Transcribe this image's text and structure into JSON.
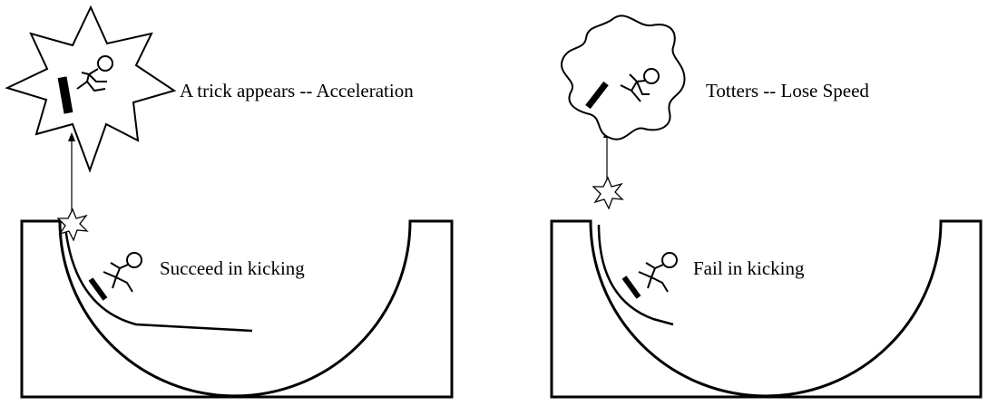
{
  "left_panel": {
    "burst_label": "A trick appears -- Acceleration",
    "ramp_label": "Succeed in kicking",
    "burst_icon": "explosion-star",
    "impact_icon": "small-spark-star",
    "rider_icon": "skateboarder-stick-figure"
  },
  "right_panel": {
    "burst_label": "Totters -- Lose Speed",
    "ramp_label": "Fail in kicking",
    "burst_icon": "wavy-bubble",
    "impact_icon": "small-spark-star",
    "rider_icon": "skateboarder-stick-figure"
  },
  "colors": {
    "ink": "#000000",
    "background": "#ffffff"
  }
}
